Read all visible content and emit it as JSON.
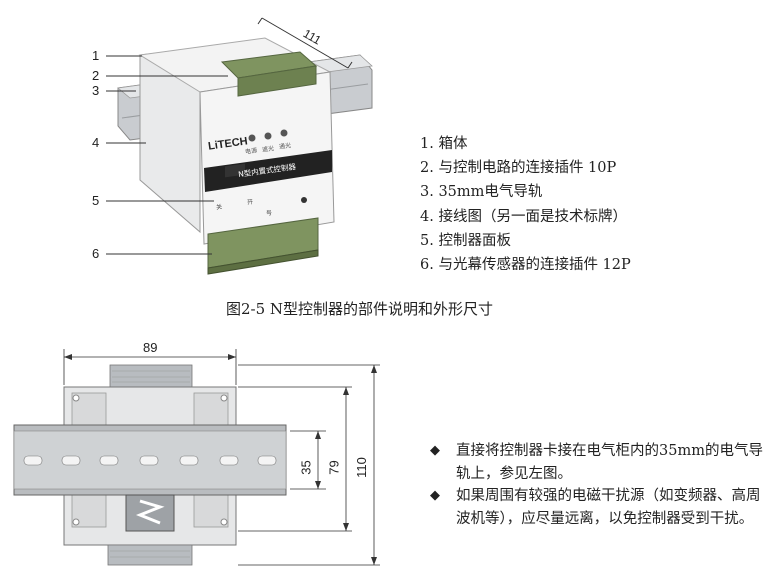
{
  "figure_top": {
    "callouts": [
      "1",
      "2",
      "3",
      "4",
      "5",
      "6"
    ],
    "dimension_label": "111",
    "brand_label": "LiTECH",
    "panel_title": "N型内置式控制器",
    "indicator_labels": [
      "电源",
      "遮光",
      "通光"
    ],
    "switch_labels": [
      "关",
      "开"
    ],
    "port_label": "号",
    "parts_list": [
      "1. 箱体",
      "2. 与控制电路的连接插件 10P",
      "3. 35mm电气导轨",
      "4. 接线图（另一面是技术标牌）",
      "5. 控制器面板",
      "6. 与光幕传感器的连接插件 12P"
    ],
    "caption": "图2-5 N型控制器的部件说明和外形尺寸"
  },
  "figure_bottom": {
    "dim_width": "89",
    "dim_35": "35",
    "dim_79": "79",
    "dim_110": "110",
    "bullet_symbol": "◆",
    "bullets": [
      "直接将控制器卡接在电气柜内的35mm的电气导轨上，参见左图。",
      "如果周围有较强的电磁干扰源（如变频器、高周波机等），应尽量远离，以免控制器受到干扰。"
    ]
  }
}
